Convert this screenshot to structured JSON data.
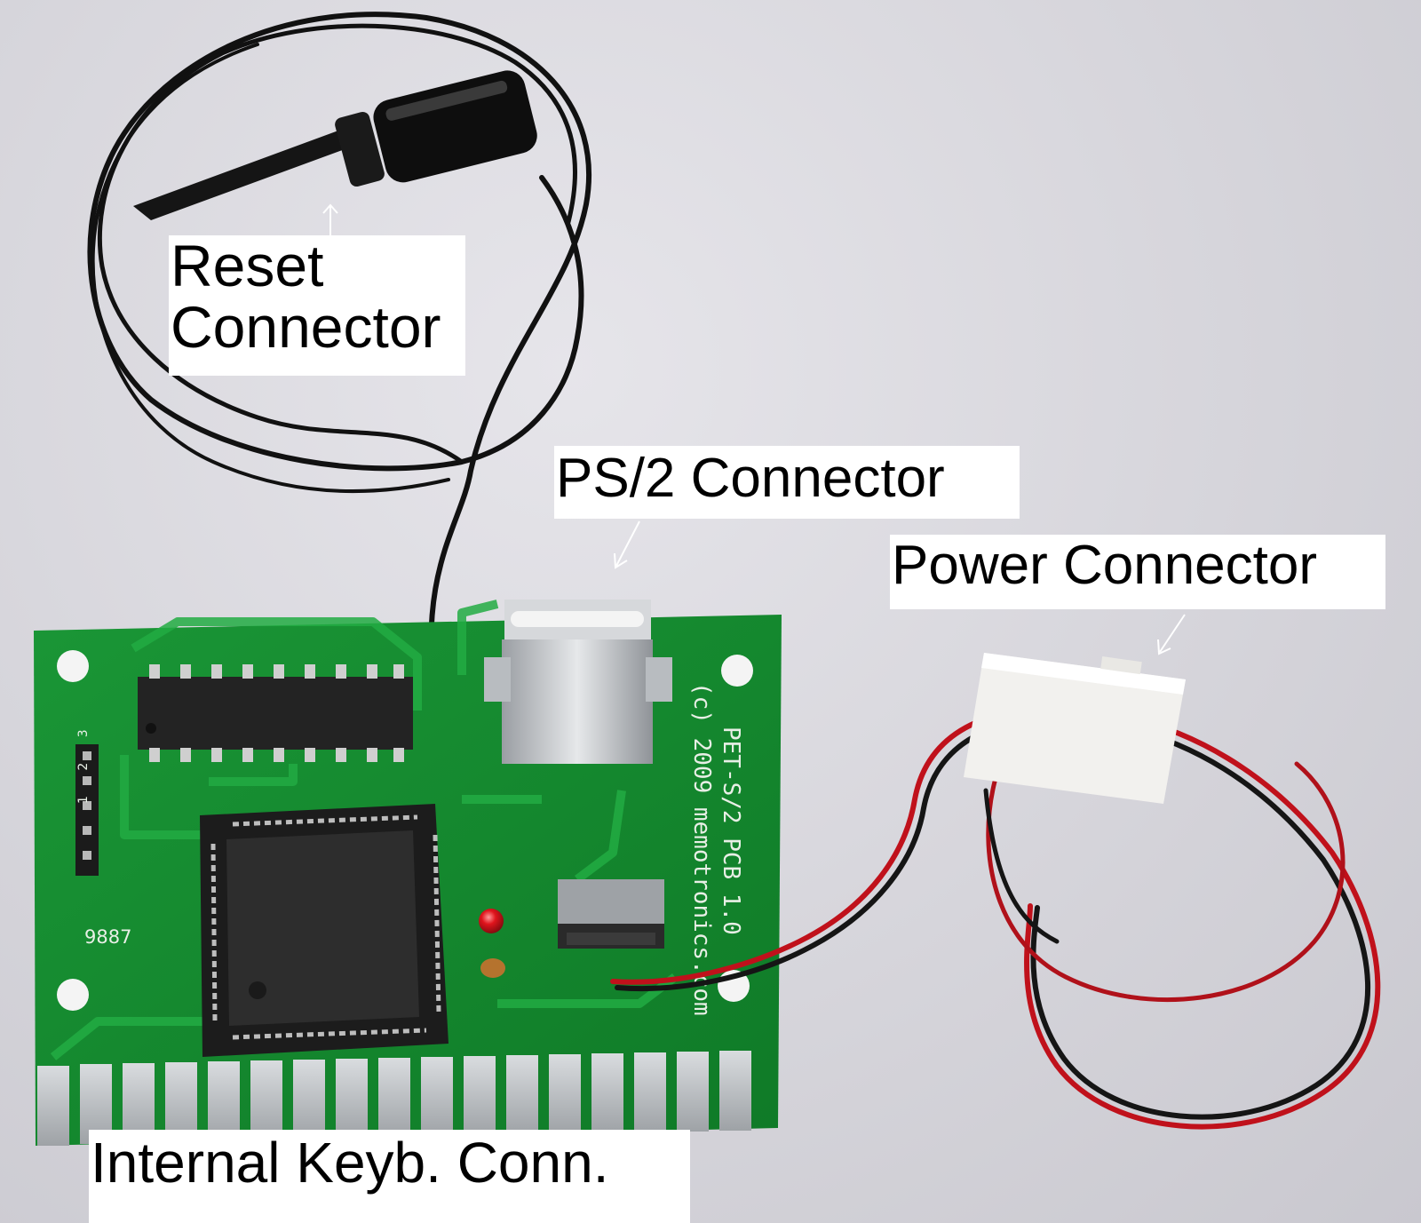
{
  "colors": {
    "background": "#d7d6dc",
    "pcb": "#138a2e",
    "pcb_trace": "#1fa53d",
    "silkscreen": "#e8efe6",
    "chip": "#2a2a2a",
    "pins": "#c8c8c8",
    "gold_fingers": "#b9bcc0",
    "reset_wire": "#111111",
    "power_wire_red": "#c0111b",
    "power_wire_black": "#151515",
    "molex": "#f2f1ee",
    "led": "#e0141c",
    "label_bg": "#ffffff",
    "label_text": "#000000"
  },
  "labels": {
    "reset_line1": "Reset",
    "reset_line2": "Connector",
    "ps2": "PS/2 Connector",
    "power": "Power Connector",
    "keyboard": "Internal Keyb. Conn."
  },
  "pcb_text": {
    "title": "PET-S/2 PCB 1.0",
    "copyright": "(c) 2009 memotronics.com",
    "code": "9887",
    "header_pins": "1 2 3"
  }
}
